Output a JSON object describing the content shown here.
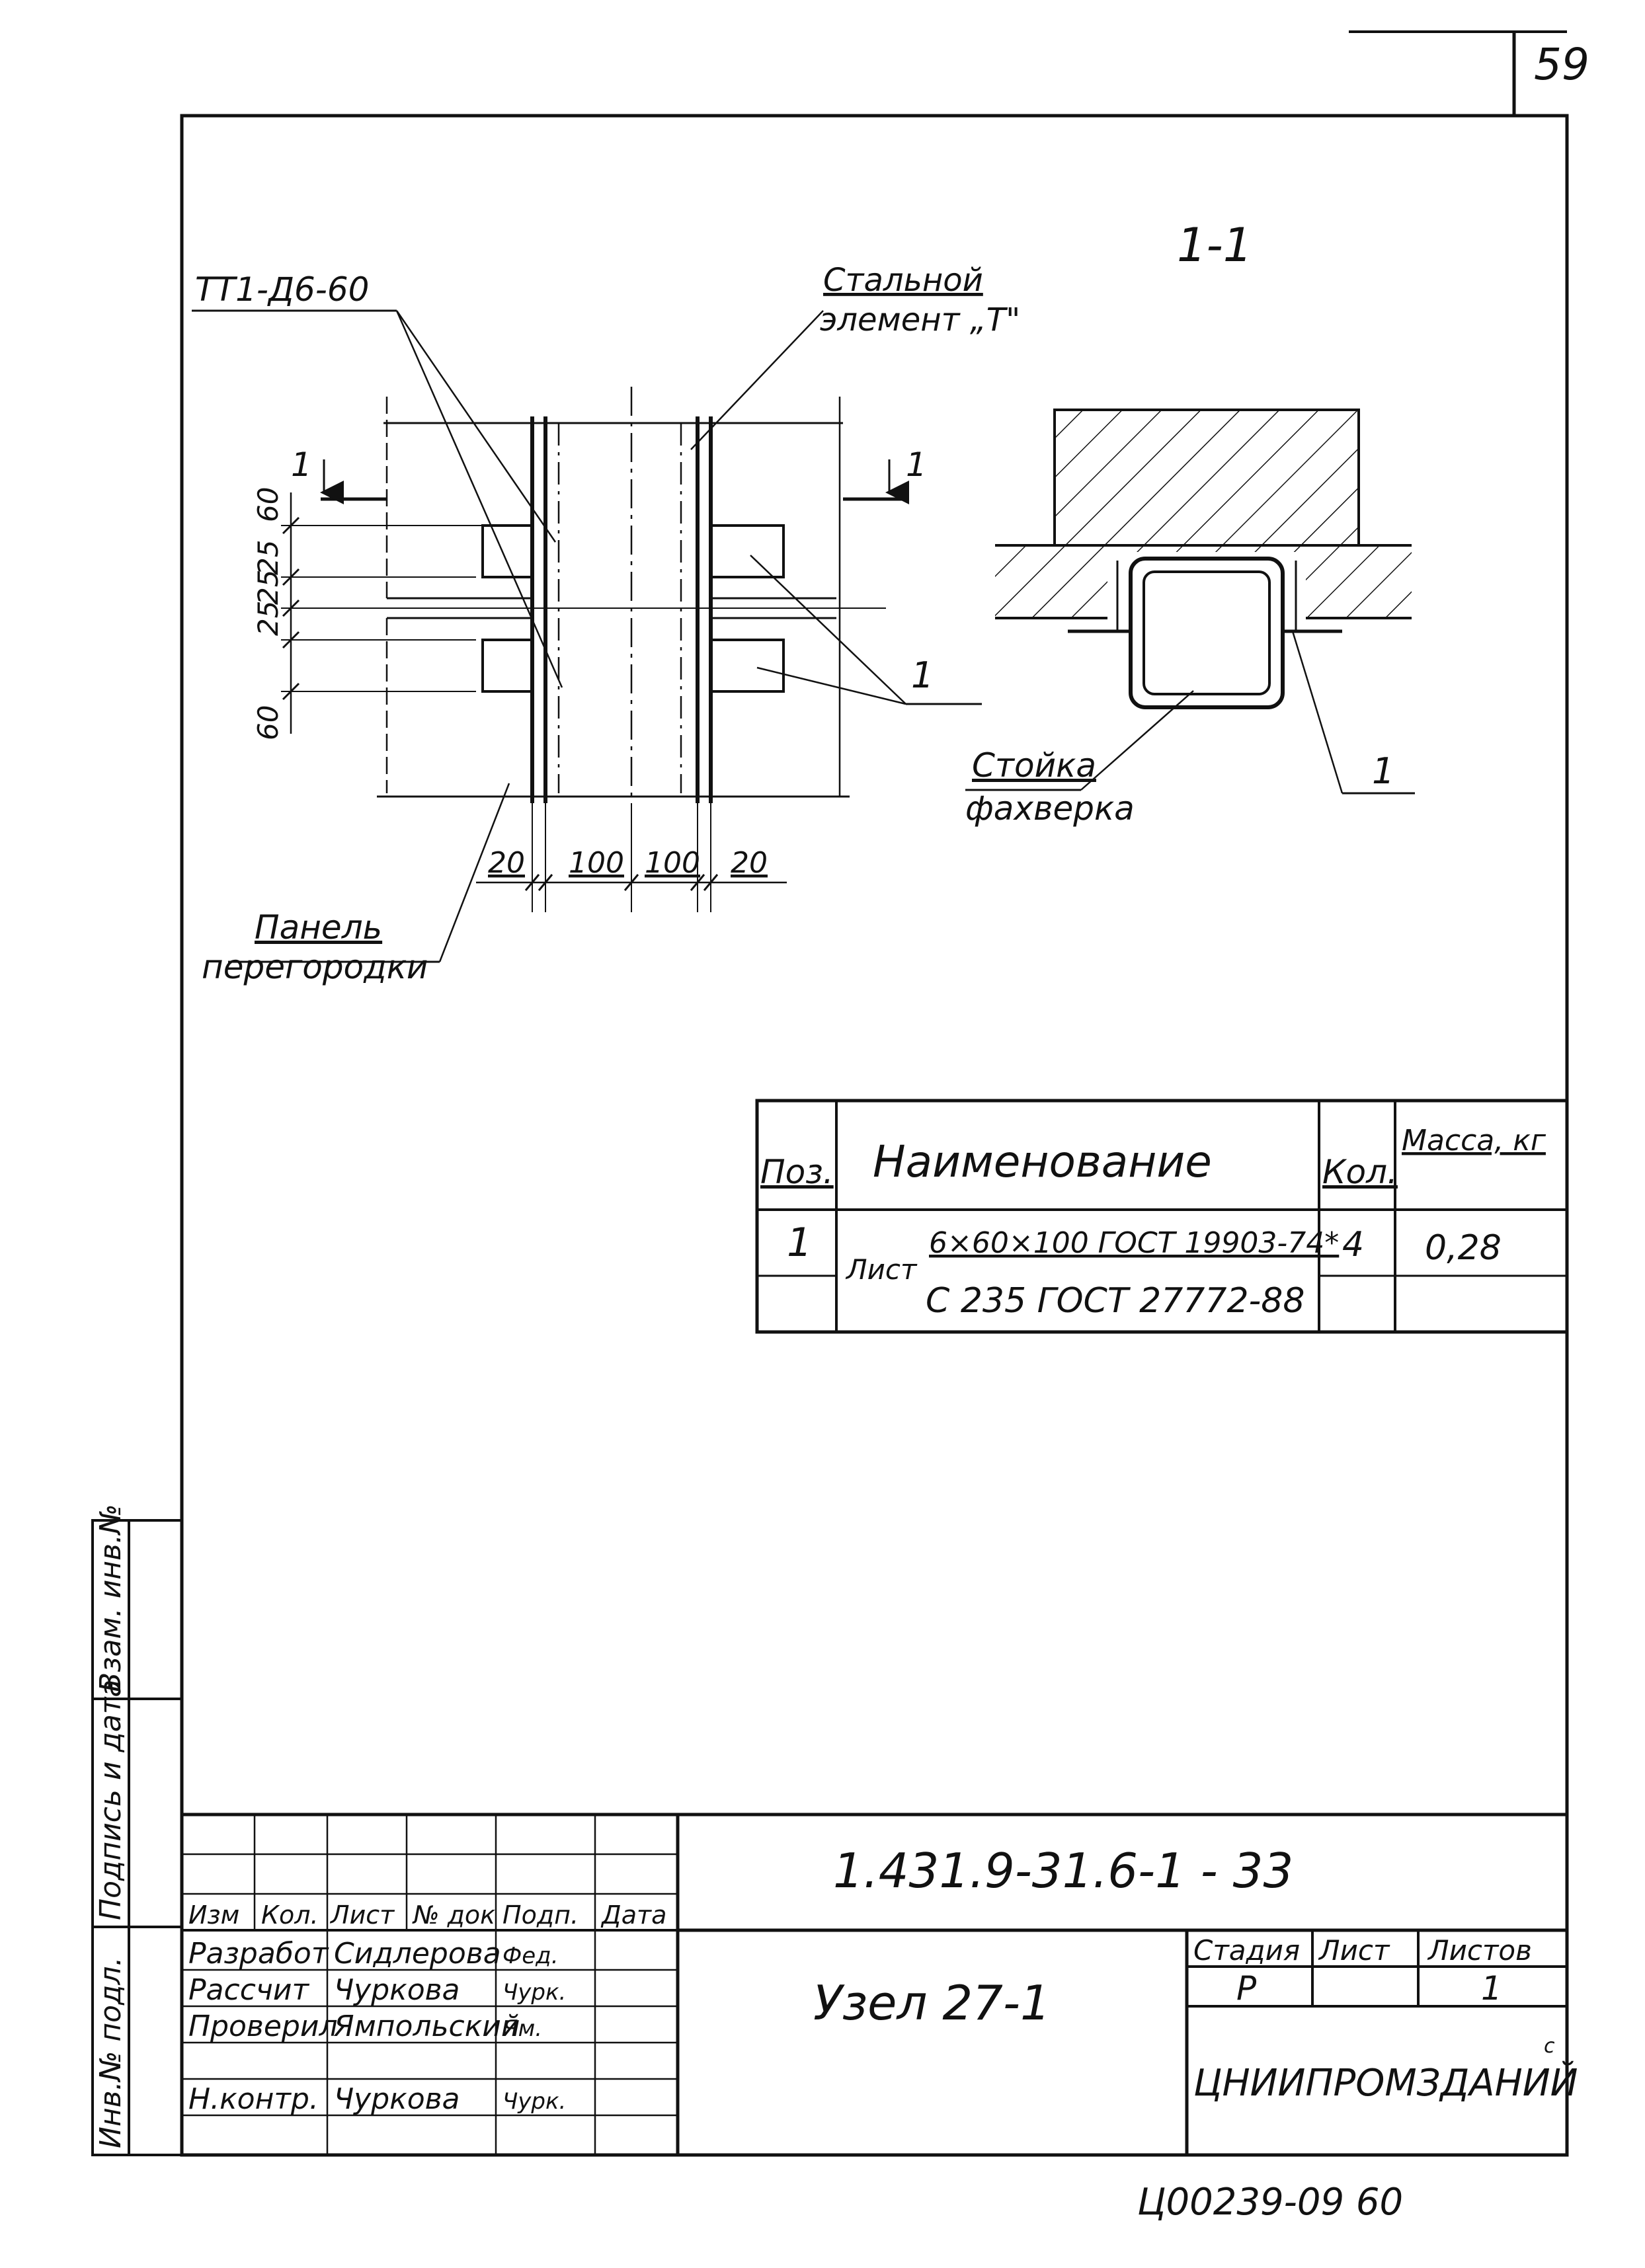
{
  "sheet": {
    "page_number": "59",
    "section_label": "1-1",
    "footer_stamp": "Ц00239-09  60"
  },
  "drawing": {
    "part_mark": "ТТ1-Д6-60",
    "steel_element": [
      "Стальной",
      "элемент „Т\""
    ],
    "section_marks": [
      "1",
      "1"
    ],
    "panel": [
      "Панель",
      "перегородки"
    ],
    "post": [
      "Стойка",
      "фахверка"
    ],
    "pos_callout": "1",
    "pos_callout_section": "1",
    "dims_vertical": [
      "60",
      "25",
      "25",
      "25",
      "60"
    ],
    "dims_horizontal": [
      "20",
      "100",
      "100",
      "20"
    ]
  },
  "spec_table": {
    "headers": [
      "Поз.",
      "Наименование",
      "Кол.",
      "Масса, кг"
    ],
    "rows": [
      {
        "pos": "1",
        "prefix": "Лист",
        "name_line1": "6×60×100 ГОСТ 19903-74*",
        "name_line2": "С 235 ГОСТ 27772-88",
        "qty": "4",
        "mass": "0,28"
      }
    ]
  },
  "side_strip": [
    "Инв.№ подл.",
    "Подпись и дата",
    "Взам. инв.№"
  ],
  "title_block": {
    "doc_code": "1.431.9-31.6-1 - 33",
    "title": "Узел 27-1",
    "col_headers": [
      "Изм",
      "Кол.",
      "Лист",
      "№ док",
      "Подп.",
      "Дата"
    ],
    "people": [
      {
        "role": "Разработ",
        "name": "Сидлерова",
        "sign": "Фед."
      },
      {
        "role": "Рассчит",
        "name": "Чуркова",
        "sign": "Чурк."
      },
      {
        "role": "Проверил",
        "name": "Ямпольский",
        "sign": "Ям."
      },
      {
        "role": "",
        "name": "",
        "sign": ""
      },
      {
        "role": "Н.контр.",
        "name": "Чуркова",
        "sign": "Чурк."
      }
    ],
    "stage_header": "Стадия",
    "sheet_header": "Лист",
    "sheets_header": "Листов",
    "stage": "Р",
    "sheet": "",
    "sheets": "1",
    "organization": "ЦНИИПРОМЗДАНИЙ",
    "org_mark": "с"
  }
}
